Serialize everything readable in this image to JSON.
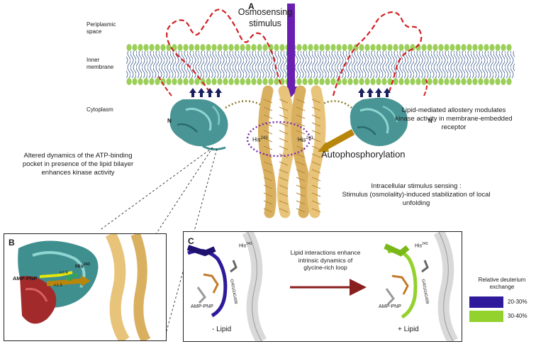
{
  "panel_labels": {
    "a": "A",
    "b": "B",
    "c": "C"
  },
  "membrane": {
    "periplasmic_line1": "Periplasmic",
    "periplasmic_line2": "space",
    "inner_line1": "Inner",
    "inner_line2": "membrane",
    "cytoplasm": "Cytoplasm"
  },
  "stimulus": {
    "line1": "Osmosensing",
    "line2": "stimulus"
  },
  "terminus": {
    "left": "N",
    "right": "N"
  },
  "his_labels": {
    "left_main": "His",
    "left_sup": "243",
    "right_main": "His",
    "right_sup": "243"
  },
  "annotations": {
    "lipid_allostery": [
      "Lipid-mediated allostery modulates",
      "kinase activity in membrane-embedded",
      "receptor"
    ],
    "autophosphorylation": "Autophosphorylation",
    "atp_pocket": [
      "Altered dynamics of the ATP-binding",
      "pocket in presence of the lipid bilayer",
      "enhances kinase activity"
    ],
    "intracellular_sensing": [
      "Intracellular stimulus sensing :",
      "Stimulus (osmolality)-induced stabilization of local",
      "unfolding"
    ]
  },
  "panel_b": {
    "ampnp": "AMP-PNP",
    "his": "His",
    "his_sup": "243",
    "dist1": "4.6 Å",
    "dist2": "4.5 Å"
  },
  "panel_c": {
    "loop_text": [
      "Lipid interactions enhance",
      "intrinsic dynamics of",
      "glycine-rich loop"
    ],
    "his_left": "His",
    "his_left_sup": "243",
    "his_right": "His",
    "his_right_sup": "243",
    "ampnp_left": "AMP-PNP",
    "ampnp_right": "AMP-PNP",
    "loop_left": "G401GIG409",
    "loop_right": "G401GIG409",
    "minus_lipid": "- Lipid",
    "plus_lipid": "+ Lipid"
  },
  "legend": {
    "title": [
      "Relative deuterium",
      "exchange"
    ],
    "items": [
      {
        "label": "20-30%",
        "color": "#2e1a9a"
      },
      {
        "label": "30-40%",
        "color": "#93d12c"
      }
    ]
  },
  "colors": {
    "lipid_head": "#9ccf5a",
    "lipid_tail": "#3a5b8c",
    "loop": "#d21f24",
    "stimulus_arrow": "#6a1fb0",
    "kinase": "#3f8f8f",
    "helix": "#e8c47a",
    "phospho_arrow": "#b8860b",
    "dotted_circle": "#7a2cb5"
  }
}
